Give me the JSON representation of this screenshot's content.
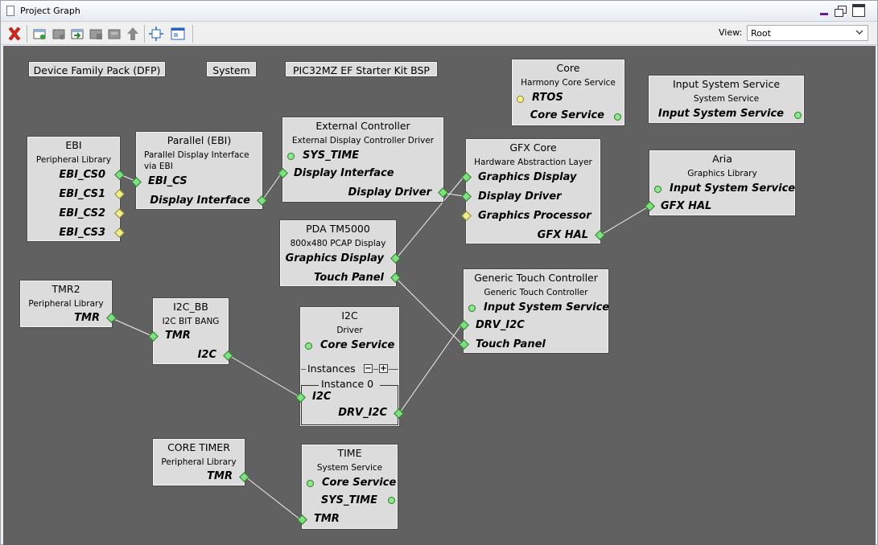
{
  "window": {
    "title": "Project Graph"
  },
  "toolbar": {
    "view_label": "View:",
    "view_value": "Root"
  },
  "labels": {
    "dfp": "Device Family Pack (DFP)",
    "system": "System",
    "bsp": "PIC32MZ EF Starter Kit BSP"
  },
  "nodes": {
    "core": {
      "title": "Core",
      "sub": "Harmony Core Service",
      "p1": "RTOS",
      "p2": "Core Service"
    },
    "input": {
      "title": "Input System Service",
      "sub": "System Service",
      "p1": "Input System Service"
    },
    "ebi": {
      "title": "EBI",
      "sub": "Peripheral Library",
      "p1": "EBI_CS0",
      "p2": "EBI_CS1",
      "p3": "EBI_CS2",
      "p4": "EBI_CS3"
    },
    "parallel": {
      "title": "Parallel (EBI)",
      "sub1": "Parallel Display Interface",
      "sub2": "via EBI",
      "p1": "EBI_CS",
      "p2": "Display Interface"
    },
    "extctrl": {
      "title": "External Controller",
      "sub": "External Display Controller Driver",
      "p1": "SYS_TIME",
      "p2": "Display Interface",
      "p3": "Display Driver"
    },
    "gfx": {
      "title": "GFX Core",
      "sub": "Hardware Abstraction Layer",
      "p1": "Graphics Display",
      "p2": "Display Driver",
      "p3": "Graphics Processor",
      "p4": "GFX HAL"
    },
    "aria": {
      "title": "Aria",
      "sub": "Graphics Library",
      "p1": "Input System Service",
      "p2": "GFX HAL"
    },
    "pda": {
      "title": "PDA TM5000",
      "sub": "800x480 PCAP Display",
      "p1": "Graphics Display",
      "p2": "Touch Panel"
    },
    "tmr2": {
      "title": "TMR2",
      "sub": "Peripheral Library",
      "p1": "TMR"
    },
    "i2cbb": {
      "title": "I2C_BB",
      "sub": "I2C BIT BANG",
      "p1": "TMR",
      "p2": "I2C"
    },
    "i2c": {
      "title": "I2C",
      "sub": "Driver",
      "p1": "Core Service",
      "instances": "Instances",
      "instance0": "Instance 0",
      "p2": "I2C",
      "p3": "DRV_I2C"
    },
    "touch": {
      "title": "Generic Touch Controller",
      "sub": "Generic Touch Controller",
      "p1": "Input System Service",
      "p2": "DRV_I2C",
      "p3": "Touch Panel"
    },
    "coretimer": {
      "title": "CORE TIMER",
      "sub": "Peripheral Library",
      "p1": "TMR"
    },
    "time": {
      "title": "TIME",
      "sub": "System Service",
      "p1": "Core Service",
      "p2": "SYS_TIME",
      "p3": "TMR"
    }
  }
}
